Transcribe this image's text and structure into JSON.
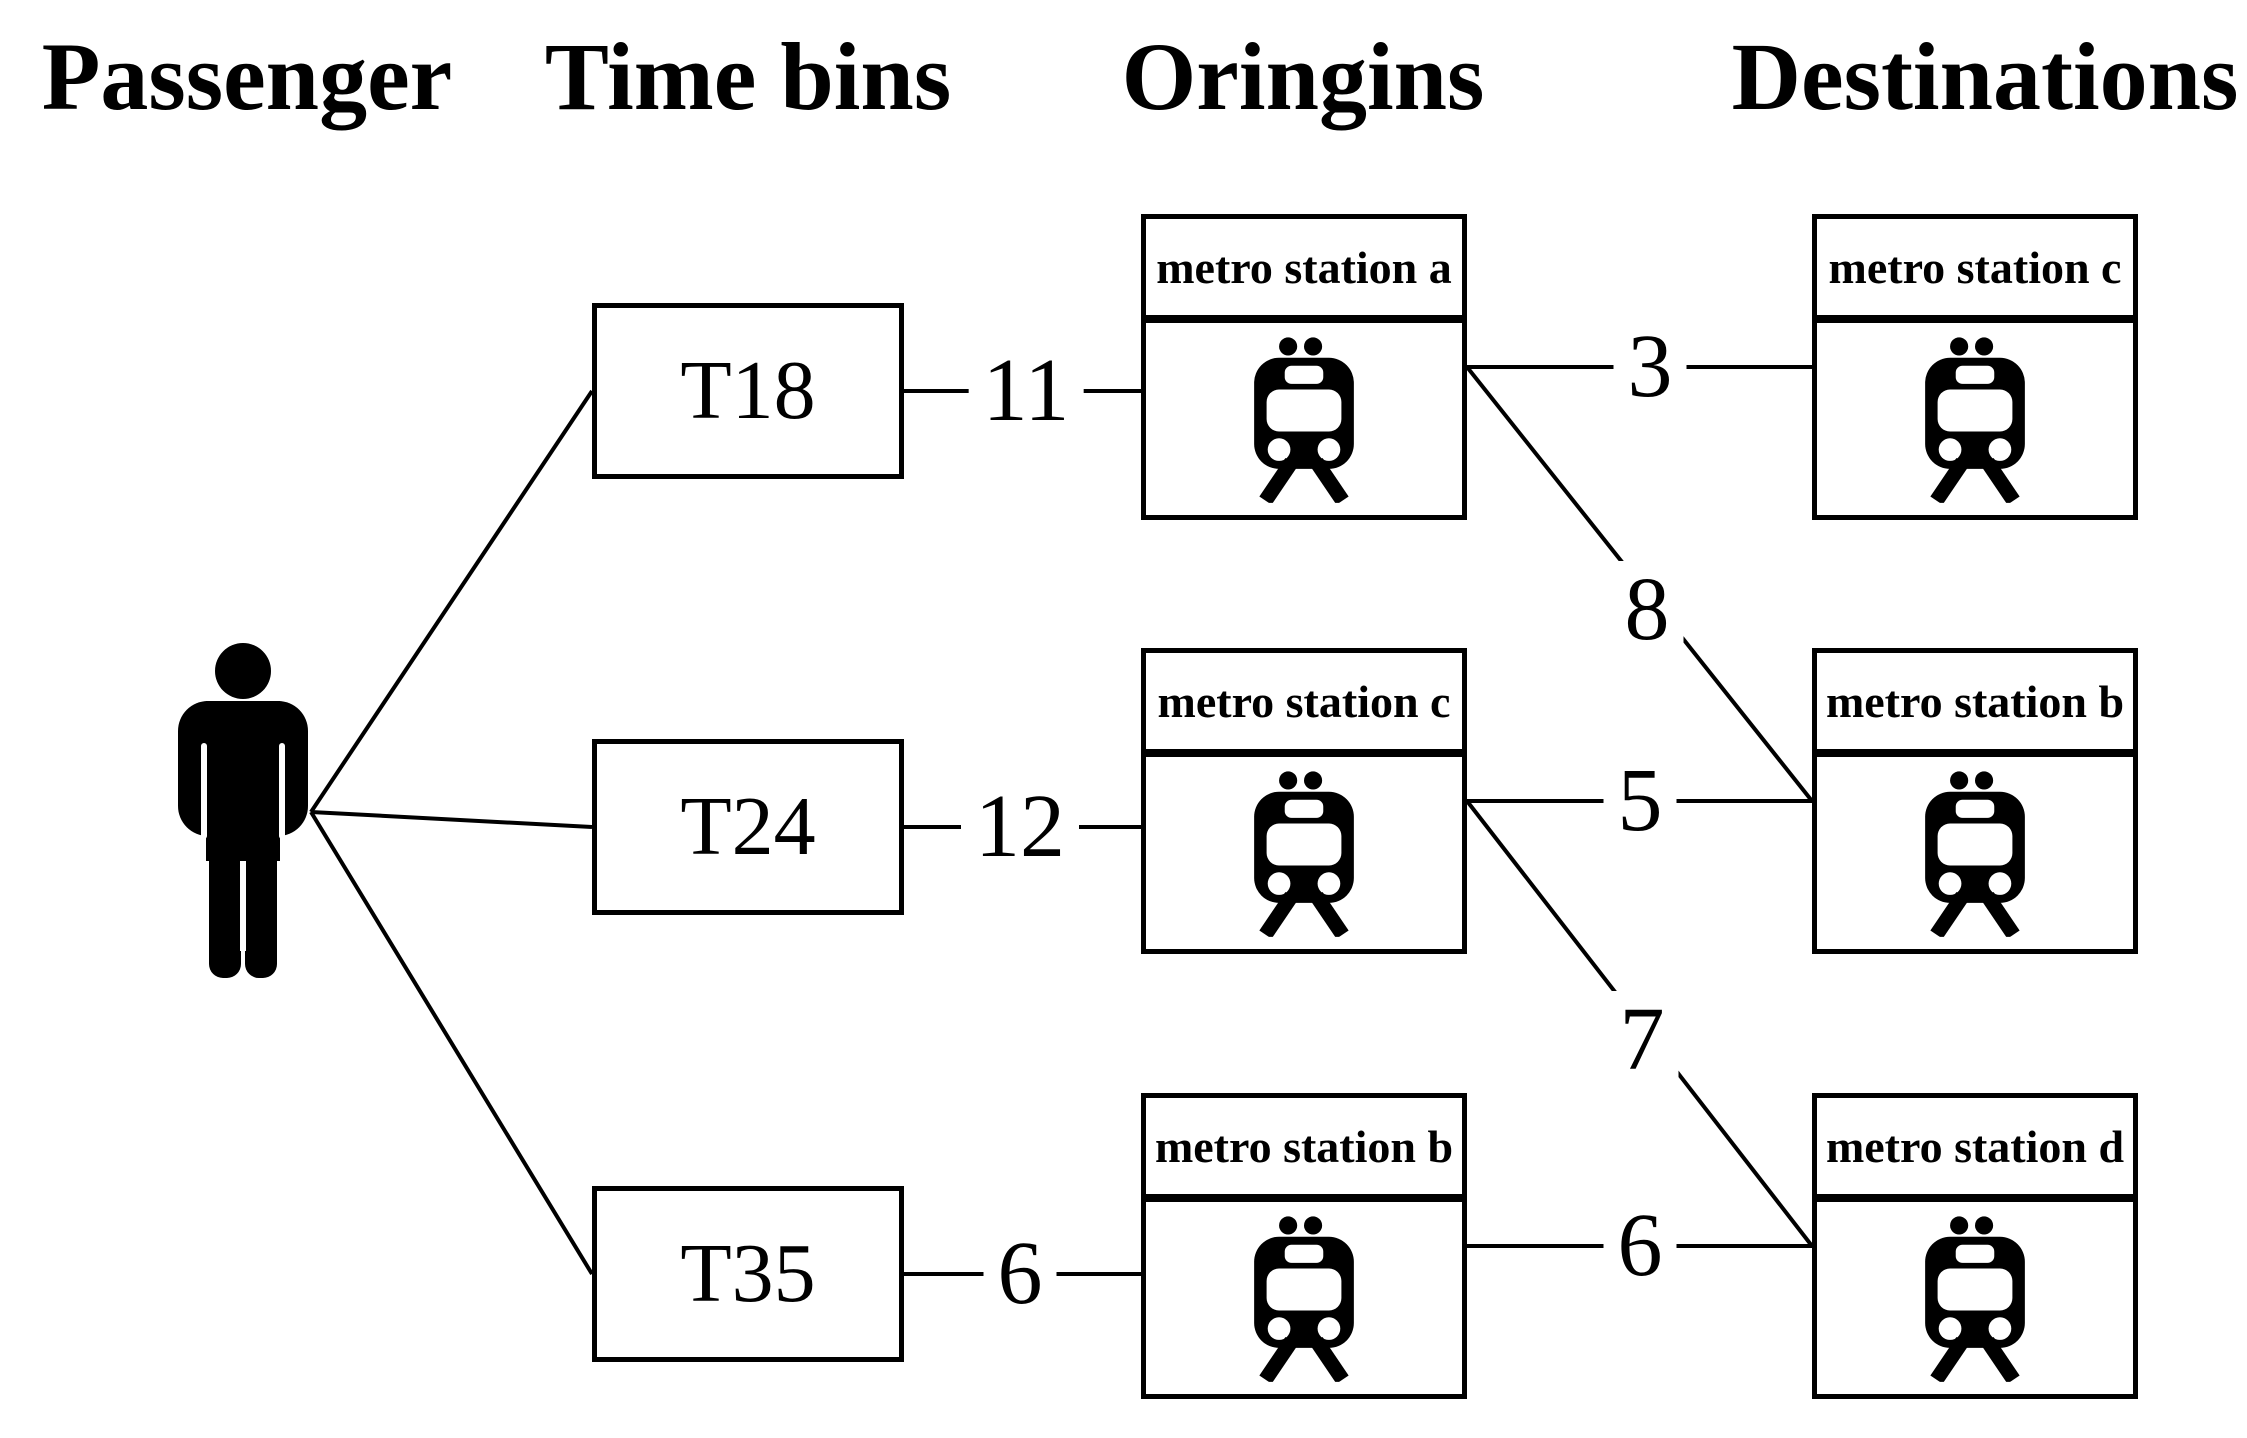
{
  "figure": {
    "background": "#ffffff",
    "foreground": "#000000",
    "description": "Passenger trip chain diagram: passenger linked to time bins, origins and destinations with weighted edges"
  },
  "columns": {
    "passenger": "Passenger",
    "time_bins": "Time bins",
    "origins": "Oringins",
    "destinations": "Destinations"
  },
  "passenger": {
    "icon": "person-pictogram"
  },
  "time_bins": [
    {
      "label": "T18"
    },
    {
      "label": "T24"
    },
    {
      "label": "T35"
    }
  ],
  "origins": [
    {
      "title": "metro station a",
      "icon": "train-front"
    },
    {
      "title": "metro station c",
      "icon": "train-front"
    },
    {
      "title": "metro station b",
      "icon": "train-front"
    }
  ],
  "destinations": [
    {
      "title": "metro station c",
      "icon": "train-front"
    },
    {
      "title": "metro station b",
      "icon": "train-front"
    },
    {
      "title": "metro station d",
      "icon": "train-front"
    }
  ],
  "edges": {
    "passenger_to_time": [
      {
        "from": "Passenger",
        "to": "T18"
      },
      {
        "from": "Passenger",
        "to": "T24"
      },
      {
        "from": "Passenger",
        "to": "T35"
      }
    ],
    "time_to_origin": [
      {
        "from": "T18",
        "to": "metro station a",
        "value": "11"
      },
      {
        "from": "T24",
        "to": "metro station c",
        "value": "12"
      },
      {
        "from": "T35",
        "to": "metro station b",
        "value": "6"
      }
    ],
    "origin_to_destination": [
      {
        "from": "metro station a",
        "to": "metro station c",
        "value": "3"
      },
      {
        "from": "metro station a",
        "to": "metro station b",
        "value": "8"
      },
      {
        "from": "metro station c",
        "to": "metro station b",
        "value": "5"
      },
      {
        "from": "metro station c",
        "to": "metro station d",
        "value": "7"
      },
      {
        "from": "metro station b",
        "to": "metro station d",
        "value": "6"
      }
    ]
  }
}
